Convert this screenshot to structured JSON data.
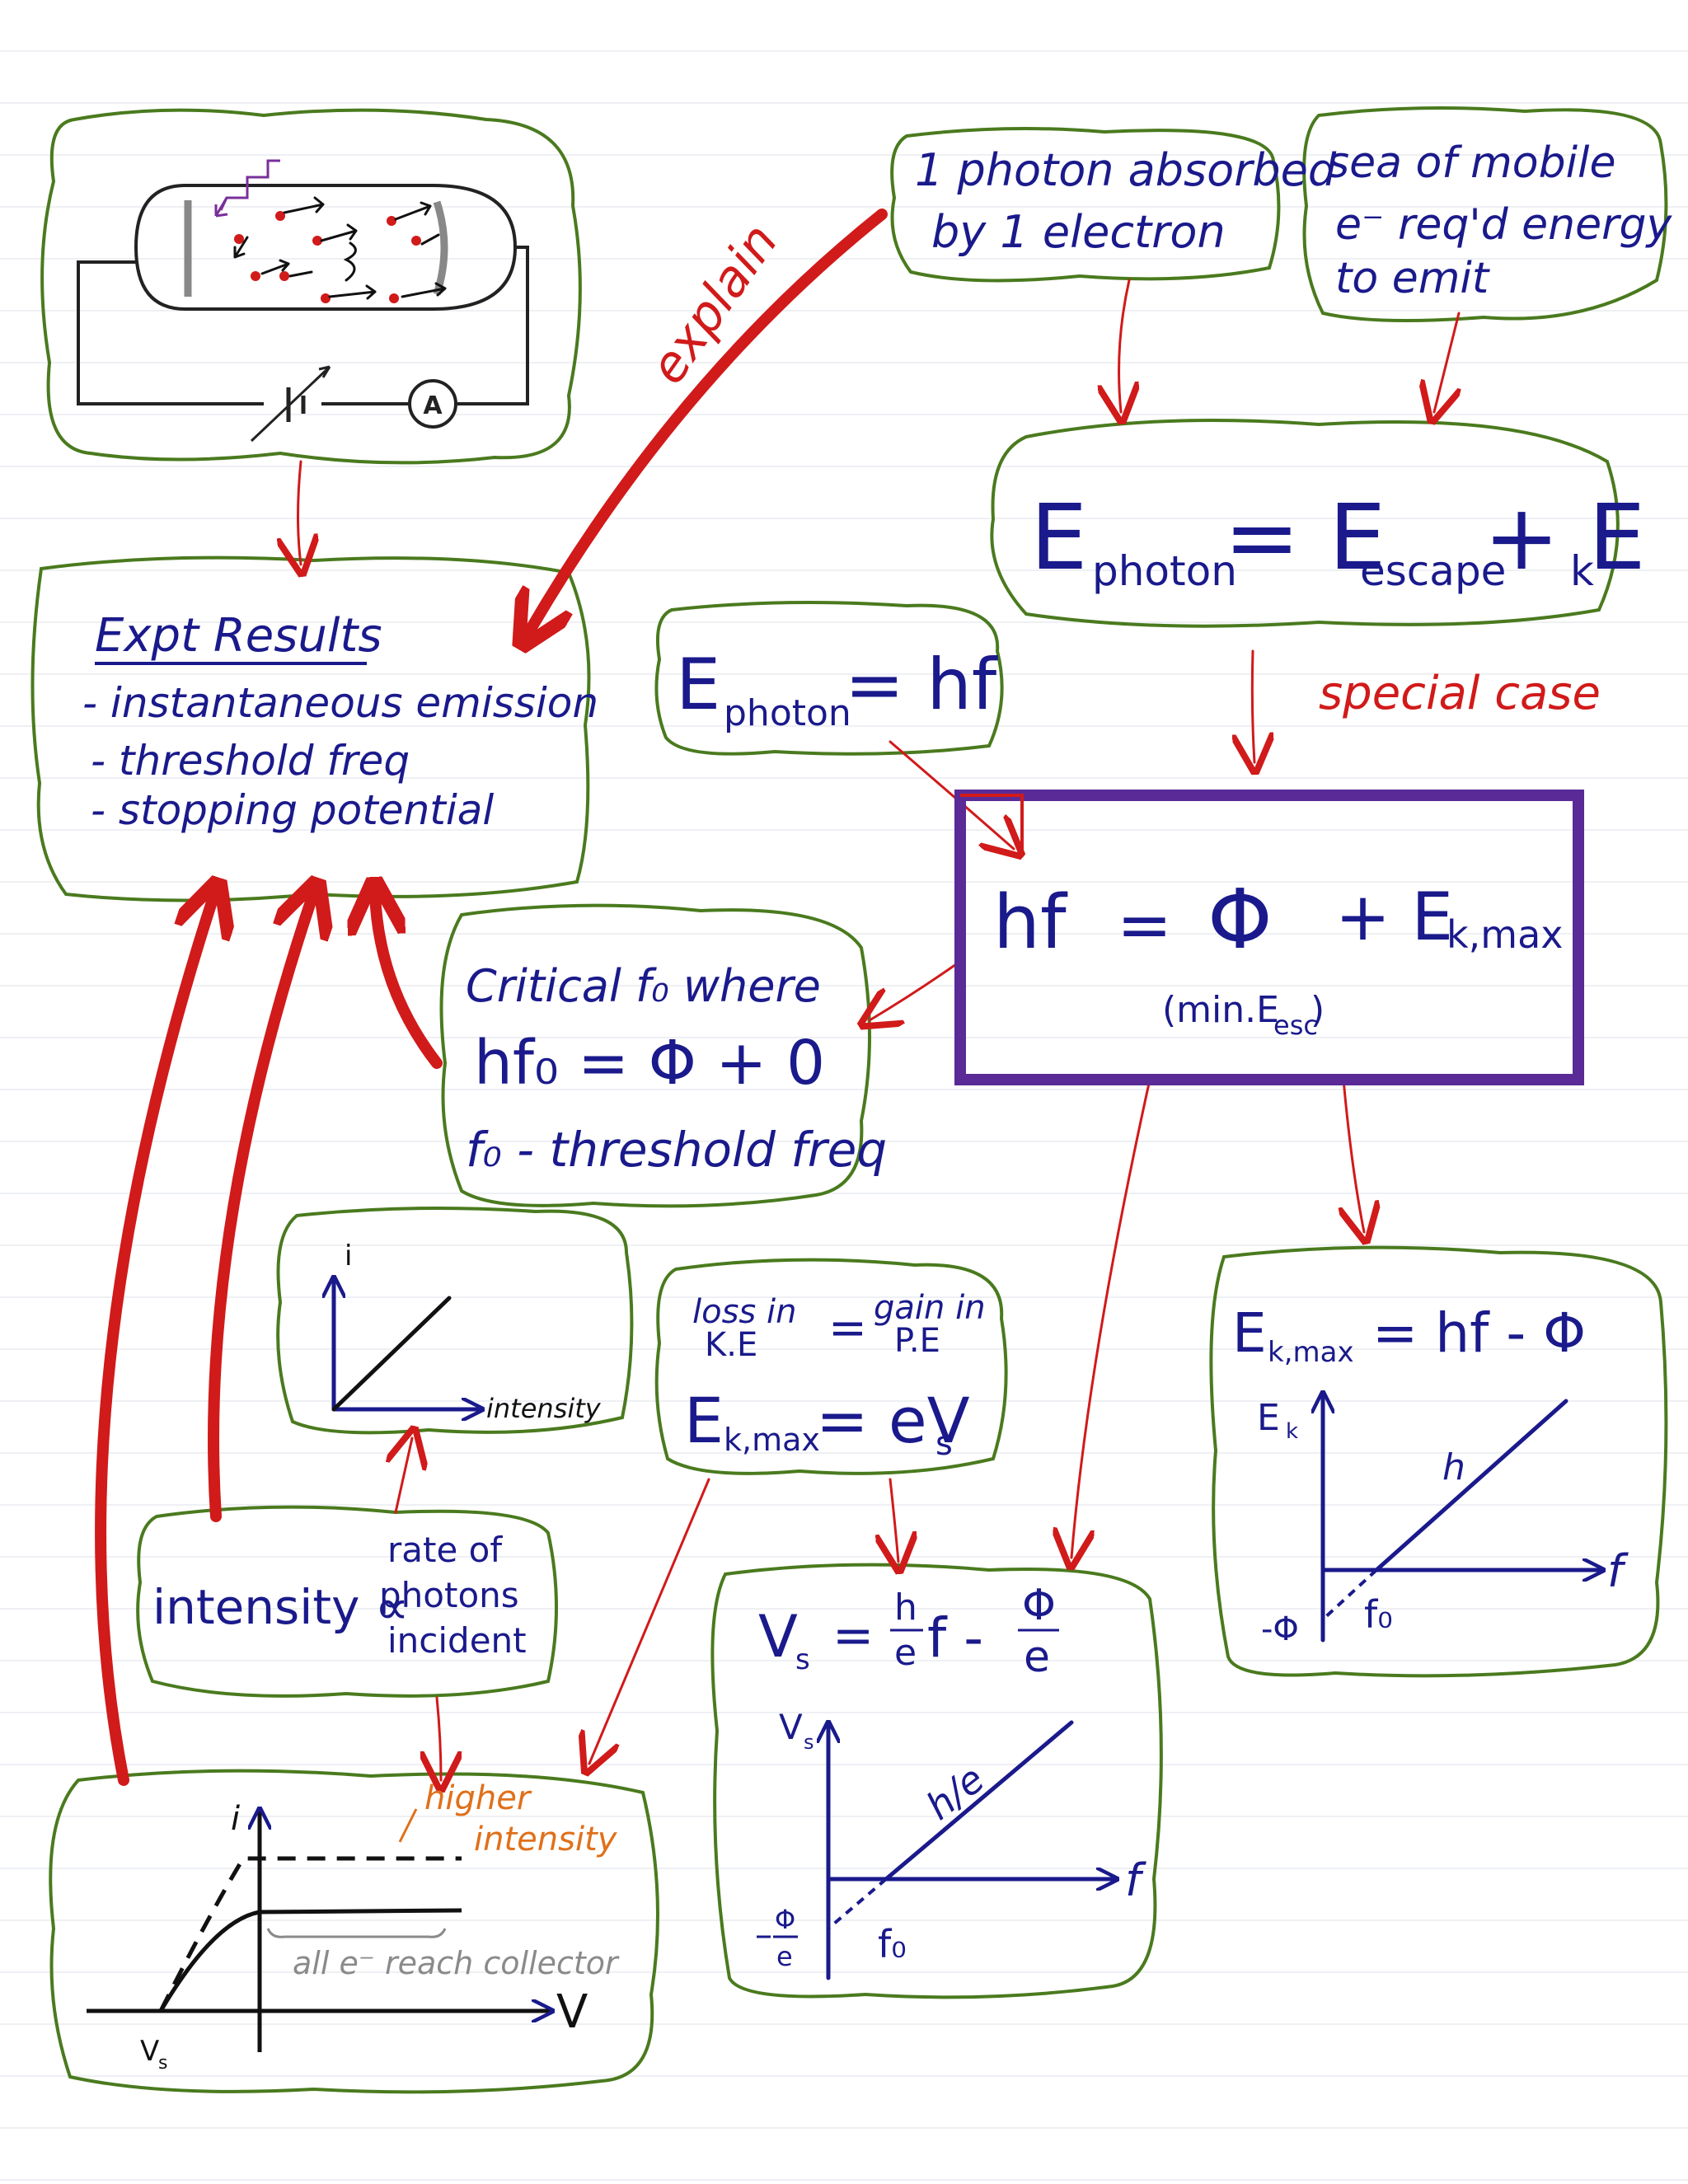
{
  "annotations": {
    "explain": "explain",
    "special_case": "special case"
  },
  "experiment": {
    "ammeter": "A"
  },
  "photon_absorbed": {
    "line1": "1 photon absorbed",
    "line2": "by 1 electron"
  },
  "sea_electrons": {
    "line1": "sea of mobile",
    "line2": "e⁻ req'd energy",
    "line3": "to emit"
  },
  "energy_eq": {
    "lhs_E": "E",
    "lhs_sub": "photon",
    "mid": "= E",
    "mid_sub": "escape",
    "rhs": "+ E",
    "rhs_sub": "k"
  },
  "expt_results": {
    "title": "Expt Results",
    "items": [
      "- instantaneous emission",
      "- threshold freq",
      "- stopping potential"
    ]
  },
  "photon_hf": {
    "E": "E",
    "sub": "photon",
    "rhs": "= hf"
  },
  "main_eq": {
    "lhs": "hf",
    "eq": "=",
    "phi": "Φ",
    "plus": "+ E",
    "sub": "k,max",
    "note": "(min.E",
    "note_sub": "esc",
    "note_end": ")"
  },
  "critical": {
    "line1": "Critical f₀ where",
    "line2": "hf₀ = Φ + 0",
    "line3": "f₀ - threshold freq"
  },
  "current_intensity": {
    "y_label": "i",
    "x_label": "intensity"
  },
  "energy_balance": {
    "loss_1": "loss in",
    "loss_2": "K.E",
    "eq": "=",
    "gain_1": "gain in",
    "gain_2": "P.E",
    "line2": "E",
    "line2_sub": "k,max",
    "line2_rhs": "= eV",
    "line2_rhs_sub": "s"
  },
  "ekmax_graph": {
    "eq": "E",
    "eq_sub": "k,max",
    "eq_rhs": "= hf - Φ",
    "y_label": "E",
    "y_sub": "k",
    "slope": "h",
    "x_label": "f",
    "intercept": "-Φ",
    "f0": "f₀"
  },
  "intensity_rate": {
    "lhs": "intensity ∝",
    "rhs_1": "rate of",
    "rhs_2": "photons",
    "rhs_3": "incident"
  },
  "vs_graph": {
    "eq_V": "V",
    "eq_sub": "s",
    "eq_rhs": "=",
    "h": "h",
    "e": "e",
    "f": "f -",
    "phi": "Φ",
    "e2": "e",
    "y_label": "V",
    "y_sub": "s",
    "slope": "h/e",
    "x_label": "f",
    "intercept_phi": "Φ",
    "intercept_e": "e",
    "f0": "f₀"
  },
  "iv_graph": {
    "y_label": "i",
    "x_label": "V",
    "vs_label": "V",
    "vs_sub": "s",
    "higher_1": "higher",
    "higher_2": "intensity",
    "all_e": "all e⁻ reach collector"
  }
}
